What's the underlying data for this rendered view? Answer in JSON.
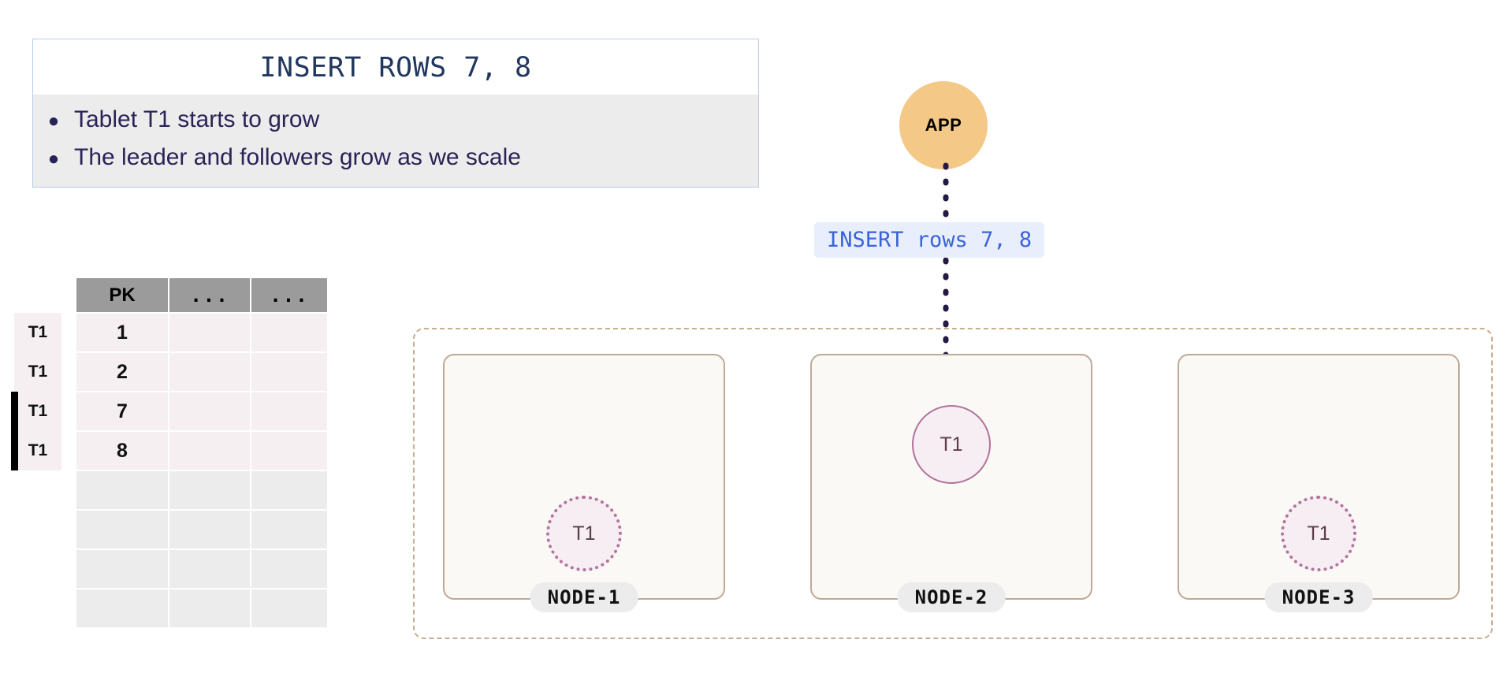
{
  "callout": {
    "title": "INSERT ROWS 7, 8",
    "bullet_glyph": "●",
    "bullets": [
      "Tablet T1 starts to grow",
      "The leader and followers grow as we scale"
    ]
  },
  "table": {
    "headers": [
      "PK",
      "...",
      "..."
    ],
    "rows": [
      {
        "tag": "T1",
        "pk": "1",
        "marked": false
      },
      {
        "tag": "T1",
        "pk": "2",
        "marked": false
      },
      {
        "tag": "T1",
        "pk": "7",
        "marked": true
      },
      {
        "tag": "T1",
        "pk": "8",
        "marked": true
      }
    ],
    "empty_row_count": 4
  },
  "app": {
    "label": "APP"
  },
  "query": {
    "label": "INSERT rows 7, 8"
  },
  "cluster": {
    "nodes": [
      {
        "name": "NODE-1",
        "tablet": "T1",
        "role": "follower"
      },
      {
        "name": "NODE-2",
        "tablet": "T1",
        "role": "leader"
      },
      {
        "name": "NODE-3",
        "tablet": "T1",
        "role": "follower"
      }
    ]
  },
  "colors": {
    "app_fill": "#f4c887",
    "callout_border": "#b7cdea",
    "callout_body_bg": "#ececec",
    "title_text": "#21375e",
    "bullet_text": "#2b2356",
    "query_bg": "#e8eefb",
    "query_text": "#3b63d8",
    "table_header_bg": "#9b9b9b",
    "table_data_bg": "#f6eff1",
    "table_empty_bg": "#ececec",
    "node_fill": "#fbf9f6",
    "node_border": "#c2a894",
    "cluster_border": "#c9ab8d",
    "tablet_fill": "#f6eef2",
    "tablet_border": "#b1739b",
    "arrow": "#241a43",
    "marker": "#000000"
  }
}
